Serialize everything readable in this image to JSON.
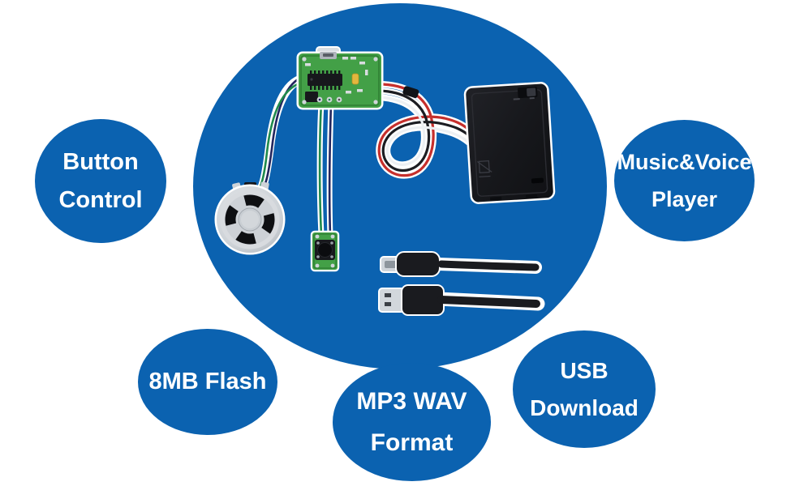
{
  "brand": {
    "circle_color": "#0b62b0",
    "text_color": "#ffffff"
  },
  "bubbles": [
    {
      "id": "button-control",
      "lines": [
        "Button",
        "Control"
      ]
    },
    {
      "id": "music-voice-player",
      "lines": [
        "Music&Voice",
        "Player"
      ]
    },
    {
      "id": "8mb-flash",
      "lines": [
        "8MB Flash"
      ]
    },
    {
      "id": "mp3-wav-format",
      "lines": [
        "MP3 WAV",
        "Format"
      ]
    },
    {
      "id": "usb-download",
      "lines": [
        "USB",
        "Download"
      ]
    }
  ],
  "hero": {
    "components": [
      "sound-module-pcb",
      "micro-usb-port",
      "wire-coil",
      "battery-box",
      "speaker",
      "push-button",
      "micro-usb-cable",
      "usb-a-cable"
    ]
  }
}
